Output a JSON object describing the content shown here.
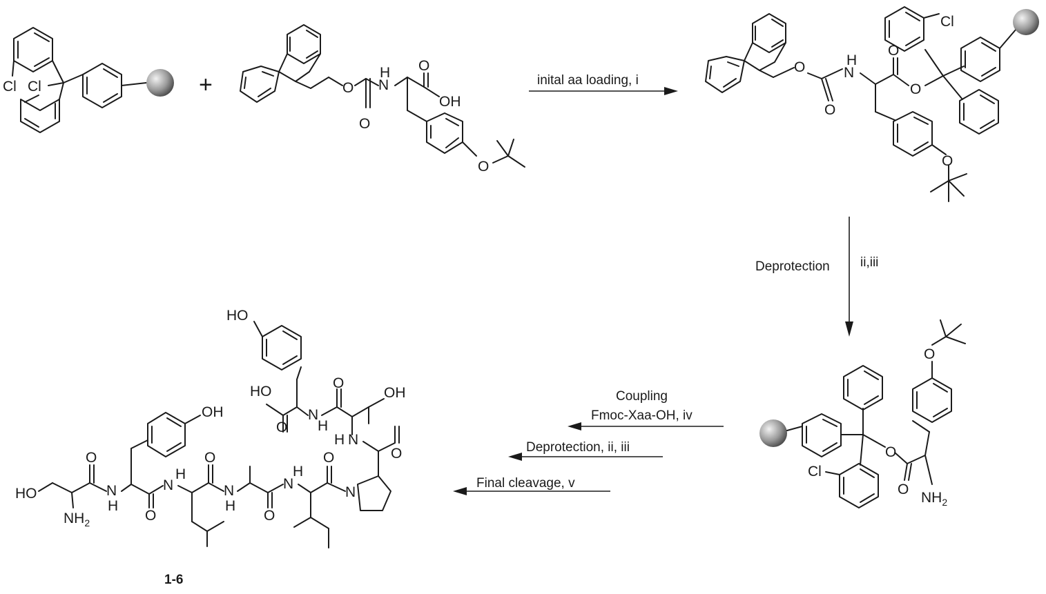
{
  "atoms": {
    "cl": "Cl",
    "o": "O",
    "n": "N",
    "h": "H",
    "oh": "OH",
    "ho": "HO",
    "nh2_base": "NH",
    "nh2_sub": "2"
  },
  "steps": {
    "loading": "inital aa loading, i",
    "deprotection_word": "Deprotection",
    "deprotection_reagents": "ii,iii",
    "coupling_line1": "Coupling",
    "coupling_line2": "Fmoc-Xaa-OH, iv",
    "deprotection2": "Deprotection, ii, iii",
    "final_cleavage": "Final cleavage, v"
  },
  "compound_label": "1-6",
  "plus_sign": "+",
  "colors": {
    "ink": "#1a1a1a",
    "resin_light": "#f2f2f2",
    "resin_dark": "#4a4a4a"
  }
}
